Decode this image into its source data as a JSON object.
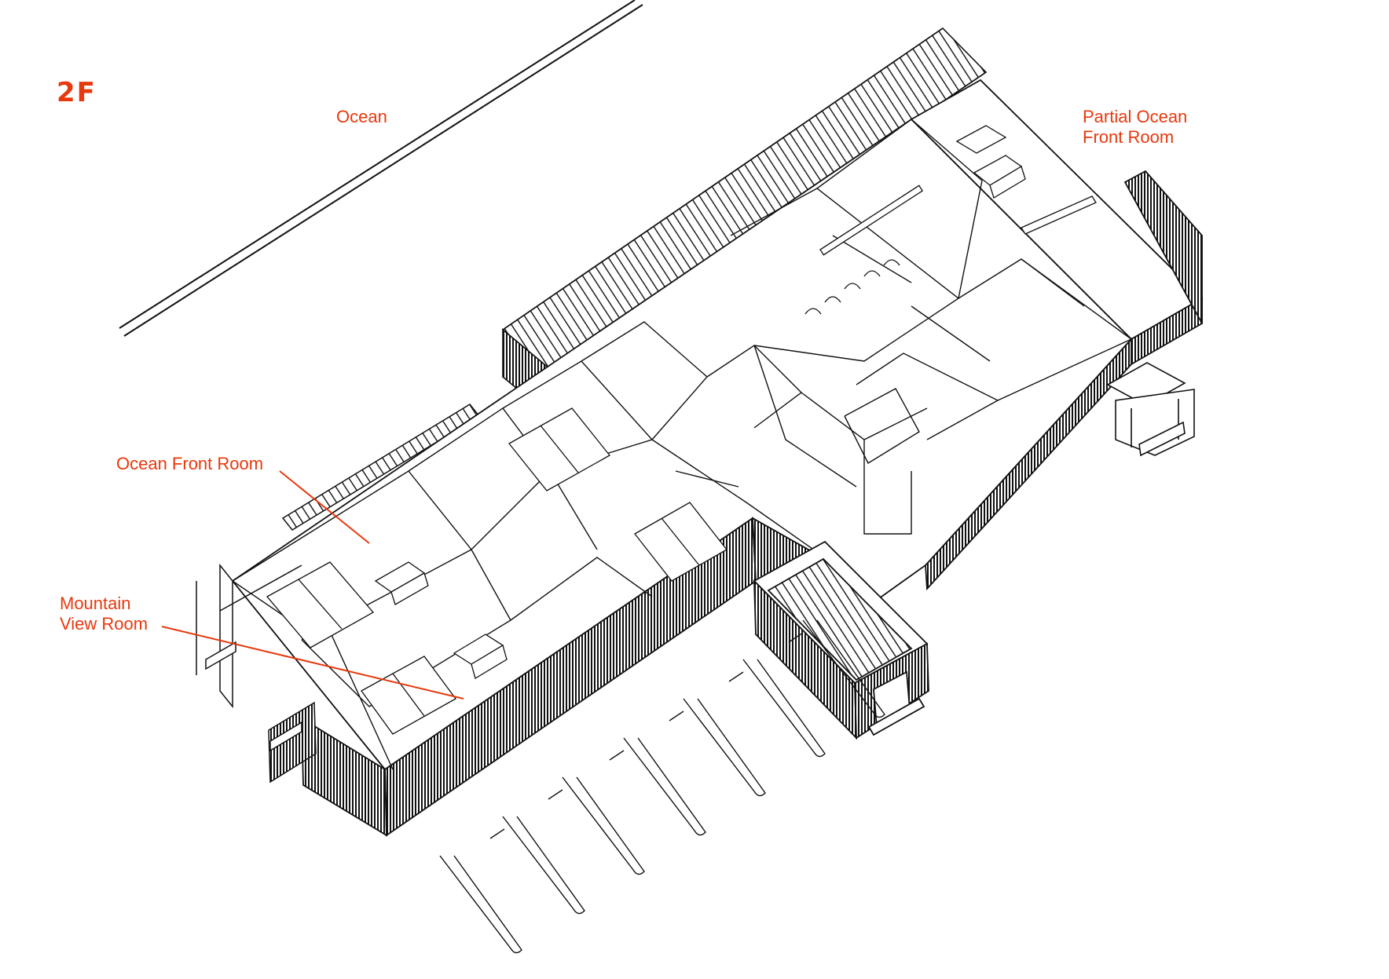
{
  "floor_label": "2F",
  "labels": {
    "ocean": "Ocean",
    "partial_ocean_front_room": "Partial Ocean\nFront Room",
    "ocean_front_room": "Ocean Front Room",
    "mountain_view_room": "Mountain\nView Room"
  },
  "colors": {
    "accent": "#e8380d",
    "line": "#111111",
    "background": "#ffffff"
  }
}
